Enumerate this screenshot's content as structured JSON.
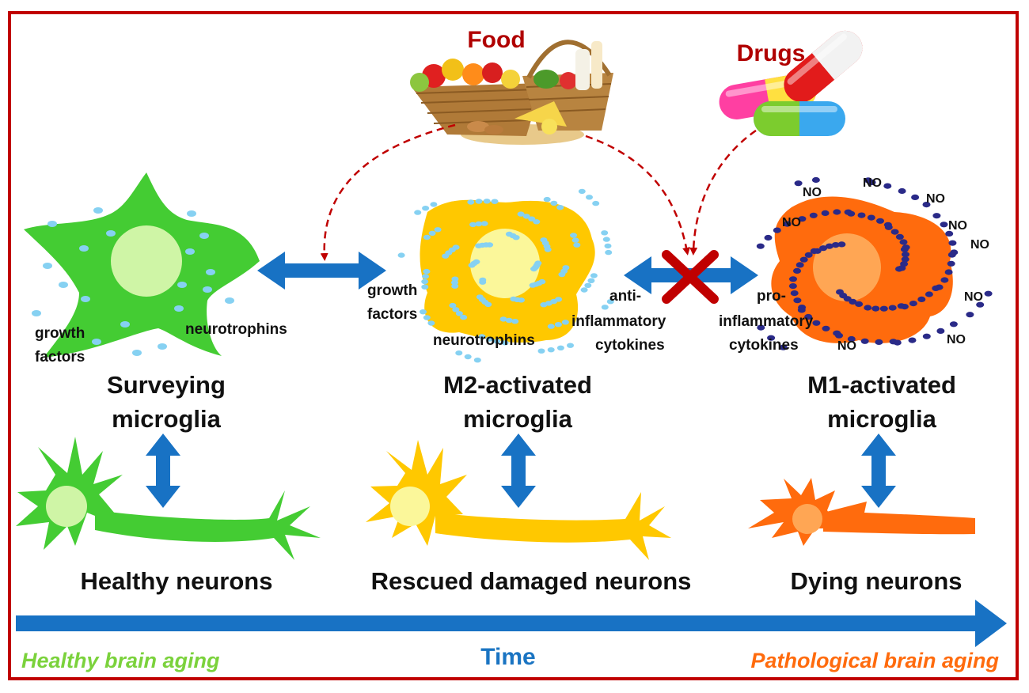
{
  "colors": {
    "frame": "#c00000",
    "surveying_cell": "#44cc33",
    "surveying_nucleus": "#cff5a6",
    "m2_cell": "#ffc800",
    "m2_nucleus": "#fbf79a",
    "m1_cell": "#ff6b0d",
    "m1_nucleus": "#ffa654",
    "dots": "#86d1f2",
    "no_dots": "#2a2a88",
    "arrow": "#1872c4",
    "dashed_arrow": "#c00000",
    "cross": "#c00000",
    "food_label": "#b00000",
    "time_label": "#1a74c2",
    "healthy_label": "#7bd23c",
    "pathological_label": "#ff6b0d"
  },
  "labels": {
    "food": "Food",
    "drugs": "Drugs",
    "surveying_line1": "Surveying",
    "surveying_line2": "microglia",
    "m2_line1": "M2-activated",
    "m2_line2": "microglia",
    "m1_line1": "M1-activated",
    "m1_line2": "microglia",
    "growth_factors_line1": "growth",
    "growth_factors_line2": "factors",
    "neurotrophins": "neurotrophins",
    "anti_line1": "anti-",
    "anti_line2": "inflammatory",
    "anti_line3": "cytokines",
    "pro_line1": "pro-",
    "pro_line2": "inflammatory",
    "pro_line3": "cytokines",
    "no": "NO",
    "healthy_neurons": "Healthy neurons",
    "rescued_neurons": "Rescued damaged neurons",
    "dying_neurons": "Dying neurons",
    "time": "Time",
    "healthy_aging": "Healthy brain aging",
    "pathological_aging": "Pathological brain aging"
  },
  "icons": {
    "food_basket": "food-basket-icon",
    "drug_capsules": "capsules-icon",
    "cross": "cross-mark-icon"
  }
}
